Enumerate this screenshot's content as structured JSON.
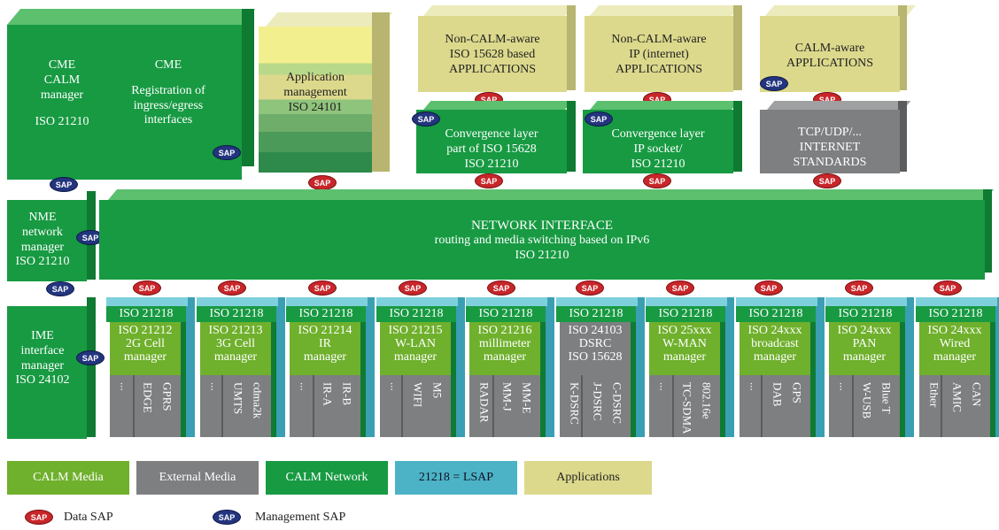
{
  "cme_left": {
    "line1": "CME",
    "line2": "CALM",
    "line3": "manager",
    "line4": "ISO 21210"
  },
  "cme_right": {
    "line1": "CME",
    "line2": "Registration of",
    "line3": "ingress/egress",
    "line4": "interfaces"
  },
  "app_mgmt": {
    "line1": "Application",
    "line2": "management",
    "line3": "ISO 24101"
  },
  "apps": [
    {
      "line1": "Non-CALM-aware",
      "line2": "ISO 15628 based",
      "line3": "APPLICATIONS"
    },
    {
      "line1": "Non-CALM-aware",
      "line2": "IP (internet)",
      "line3": "APPLICATIONS"
    },
    {
      "line1": "CALM-aware",
      "line2": "APPLICATIONS",
      "line3": ""
    }
  ],
  "conv": [
    {
      "line1": "Convergence layer",
      "line2": "part of ISO 15628",
      "line3": "ISO 21210"
    },
    {
      "line1": "Convergence layer",
      "line2": "IP socket/",
      "line3": "ISO 21210"
    }
  ],
  "tcp": {
    "line1": "TCP/UDP/...",
    "line2": "INTERNET",
    "line3": "STANDARDS"
  },
  "nme": {
    "line1": "NME",
    "line2": "network",
    "line3": "manager",
    "line4": "ISO 21210"
  },
  "network": {
    "line1": "NETWORK INTERFACE",
    "line2": "routing and media switching based on IPv6",
    "line3": "ISO 21210"
  },
  "ime": {
    "line1": "IME",
    "line2": "interface",
    "line3": "manager",
    "line4": "ISO 24102"
  },
  "sap_label": "SAP",
  "media": [
    {
      "lsap": "ISO 21218",
      "std": "ISO 21212",
      "l1": "2G Cell",
      "l2": "manager",
      "v": [
        "...",
        "EDGE",
        "GPRS"
      ]
    },
    {
      "lsap": "ISO 21218",
      "std": "ISO 21213",
      "l1": "3G Cell",
      "l2": "manager",
      "v": [
        "...",
        "UMTS",
        "cdma2k"
      ]
    },
    {
      "lsap": "ISO 21218",
      "std": "ISO 21214",
      "l1": "IR",
      "l2": "manager",
      "v": [
        "...",
        "IR-A",
        "IR-B"
      ]
    },
    {
      "lsap": "ISO 21218",
      "std": "ISO 21215",
      "l1": "W-LAN",
      "l2": "manager",
      "v": [
        "...",
        "WIFI",
        "M5"
      ]
    },
    {
      "lsap": "ISO 21218",
      "std": "ISO 21216",
      "l1": "millimeter",
      "l2": "manager",
      "v": [
        "RADAR",
        "MM-J",
        "MM-E"
      ]
    },
    {
      "lsap": "ISO 21218",
      "std": "ISO 24103",
      "l1": "DSRC",
      "l2": "ISO 15628",
      "v": [
        "K-DSRC",
        "J-DSRC",
        "C-DSRC"
      ]
    },
    {
      "lsap": "ISO 21218",
      "std": "ISO 25xxx",
      "l1": "W-MAN",
      "l2": "manager",
      "v": [
        "...",
        "TC-SDMA",
        "802.16e"
      ]
    },
    {
      "lsap": "ISO 21218",
      "std": "ISO 24xxx",
      "l1": "broadcast",
      "l2": "manager",
      "v": [
        "...",
        "DAB",
        "GPS"
      ]
    },
    {
      "lsap": "ISO 21218",
      "std": "ISO 24xxx",
      "l1": "PAN",
      "l2": "manager",
      "v": [
        "...",
        "W-USB",
        "Blue T"
      ]
    },
    {
      "lsap": "ISO 21218",
      "std": "ISO 24xxx",
      "l1": "Wired",
      "l2": "manager",
      "v": [
        "Ether",
        "AMIC",
        "CAN"
      ]
    }
  ],
  "legend": {
    "calm_media": "CALM Media",
    "external_media": "External Media",
    "calm_network": "CALM Network",
    "lsap": "21218 = LSAP",
    "applications": "Applications",
    "data_sap": "Data SAP",
    "mgmt_sap": "Management SAP"
  },
  "colors": {
    "calm_network": "#179a42",
    "calm_media": "#6fb02c",
    "external_media": "#7d7f81",
    "lsap": "#4cb3c7",
    "applications": "#dcd98c",
    "data_sap": "#c8262a",
    "mgmt_sap": "#23357e"
  }
}
